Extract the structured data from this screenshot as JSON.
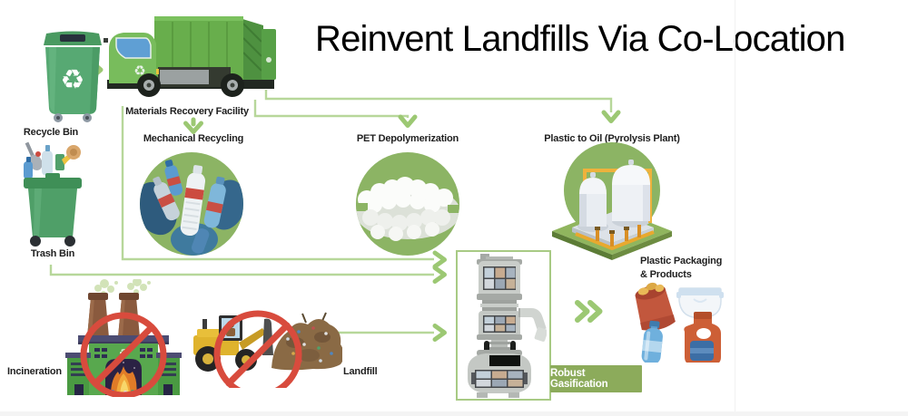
{
  "title": "Reinvent Landfills Via Co-Location",
  "flow": {
    "recycle_bin": "Recycle Bin",
    "materials_recovery_facility": "Materials Recovery Facility",
    "mechanical_recycling": "Mechanical Recycling",
    "pet_depolymerization": "PET Depolymerization",
    "plastic_to_oil": "Plastic to Oil (Pyrolysis Plant)",
    "trash_bin": "Trash Bin",
    "incineration": "Incineration",
    "landfill": "Landfill",
    "robust_gasification": "Robust Gasification",
    "products_line1": "Plastic Packaging",
    "products_line2": "& Products"
  },
  "colors": {
    "title_color": "#000000",
    "label_color": "#1f1f1f",
    "connector_green": "#b7d79a",
    "arrowhead_green": "#9cc873",
    "circle_green": "#8cb464",
    "gasification_bg": "#8cab5b",
    "gasifier_border": "#a8ca84",
    "prohibition_red": "#d84b3d"
  }
}
